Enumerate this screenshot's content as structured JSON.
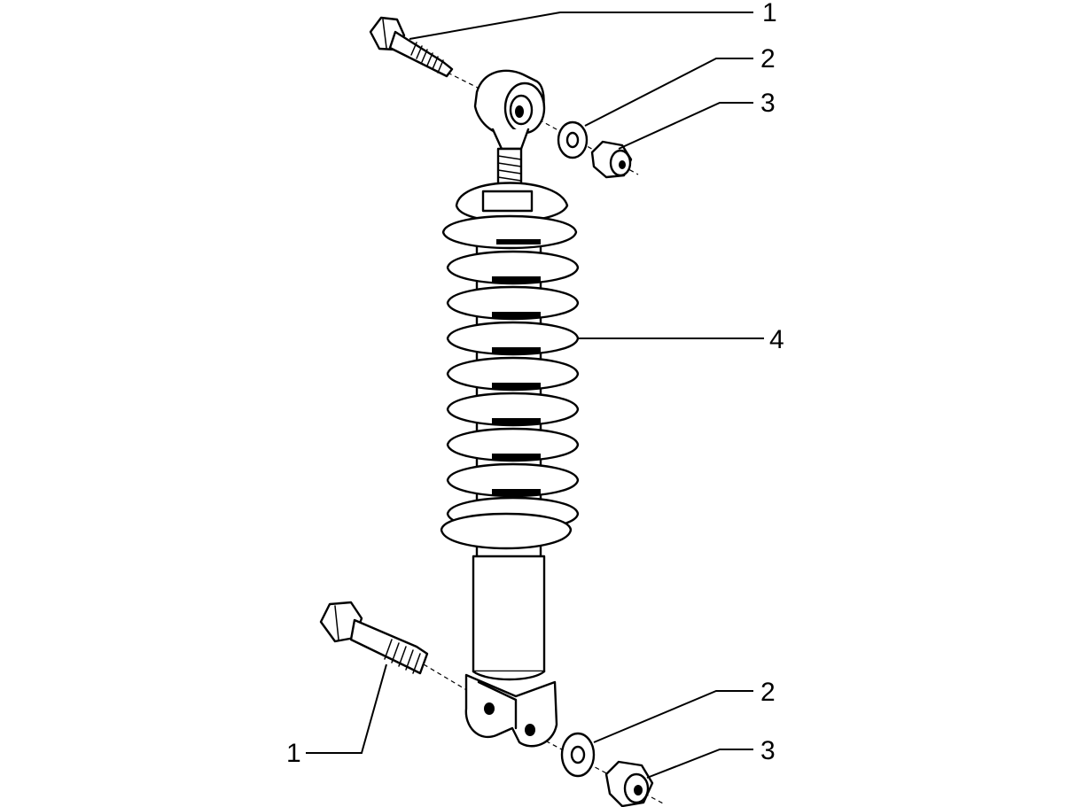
{
  "callouts": [
    {
      "id": "bolt-top",
      "label": "1"
    },
    {
      "id": "washer-top",
      "label": "2"
    },
    {
      "id": "nut-top",
      "label": "3"
    },
    {
      "id": "shock",
      "label": "4"
    },
    {
      "id": "bolt-bottom",
      "label": "1"
    },
    {
      "id": "washer-bottom",
      "label": "2"
    },
    {
      "id": "nut-bottom",
      "label": "3"
    }
  ],
  "colors": {
    "ink": "#000000",
    "paper": "#ffffff"
  }
}
